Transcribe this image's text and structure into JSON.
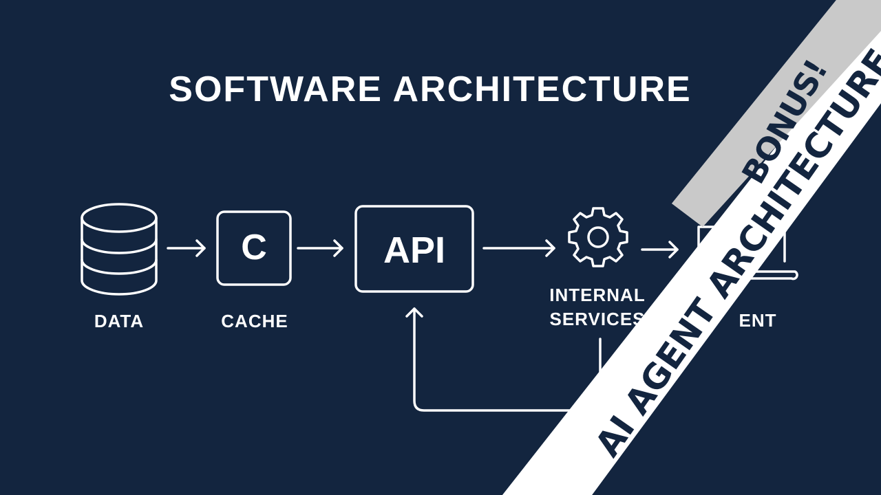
{
  "title": "SOFTWARE ARCHITECTURE",
  "nodes": {
    "data_label": "DATA",
    "cache_letter": "C",
    "cache_label": "CACHE",
    "api_label": "API",
    "internal_services_line1": "INTERNAL",
    "internal_services_line2": "SERVICES",
    "client_label_visible": "ENT"
  },
  "banners": {
    "bonus": "BONUS!",
    "main": "AI AGENT ARCHITECTURE"
  },
  "colors": {
    "background": "#13253f",
    "foreground": "#ffffff",
    "bonus_banner": "#c9c9c9",
    "bonus_text": "#13253f",
    "main_banner": "#ffffff",
    "main_text": "#13253f"
  }
}
